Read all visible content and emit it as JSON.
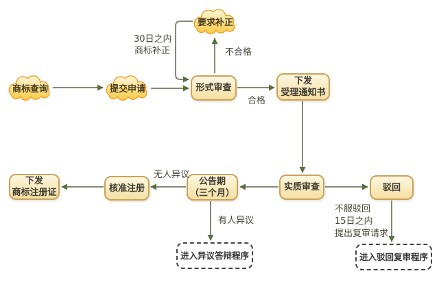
{
  "diagram": {
    "type": "flowchart",
    "topic": "trademark-registration-process",
    "nodes": {
      "trademark_search": {
        "label": "商标查询",
        "shape": "cloud"
      },
      "submit_application": {
        "label": "提交申请",
        "shape": "cloud"
      },
      "request_correction": {
        "label": "要求补正",
        "shape": "cloud"
      },
      "formal_examination": {
        "label": "形式审查",
        "shape": "box"
      },
      "issue_acceptance_notice": {
        "label_line1": "下发",
        "label_line2": "受理通知书",
        "shape": "box"
      },
      "substantive_examination": {
        "label": "实质审查",
        "shape": "box"
      },
      "rejection": {
        "label": "驳回",
        "shape": "box"
      },
      "announcement_period": {
        "label_line1": "公告期",
        "label_line2": "（三个月）",
        "shape": "box"
      },
      "approve_registration": {
        "label": "核准注册",
        "shape": "box"
      },
      "issue_registration_certificate": {
        "label_line1": "下发",
        "label_line2": "商标注册证",
        "shape": "box"
      },
      "objection_defense_procedure": {
        "label": "进入异议答辩程序",
        "shape": "dashed-box"
      },
      "rejection_review_procedure": {
        "label": "进入驳回复审程序",
        "shape": "dashed-box"
      }
    },
    "edge_labels": {
      "within_30_days_line1": "30日之内",
      "within_30_days_line2": "商标补正",
      "unqualified": "不合格",
      "qualified": "合格",
      "no_objection": "无人异议",
      "objection": "有人异议",
      "appeal_line1": "不服驳回",
      "appeal_line2": "15日之内",
      "appeal_line3": "提出复审请求"
    },
    "colors": {
      "box_border": "#c9a35c",
      "box_fill_top": "#fdf6e0",
      "box_fill_bottom": "#f5dfa3",
      "cloud_border": "#ee9f2e",
      "cloud_fill_top": "#fdf7da",
      "cloud_fill_bottom": "#f6cb45",
      "line": "#848875",
      "arrowhead": "#567040",
      "dashed_border": "#424242",
      "text": "#3e3b32"
    }
  }
}
